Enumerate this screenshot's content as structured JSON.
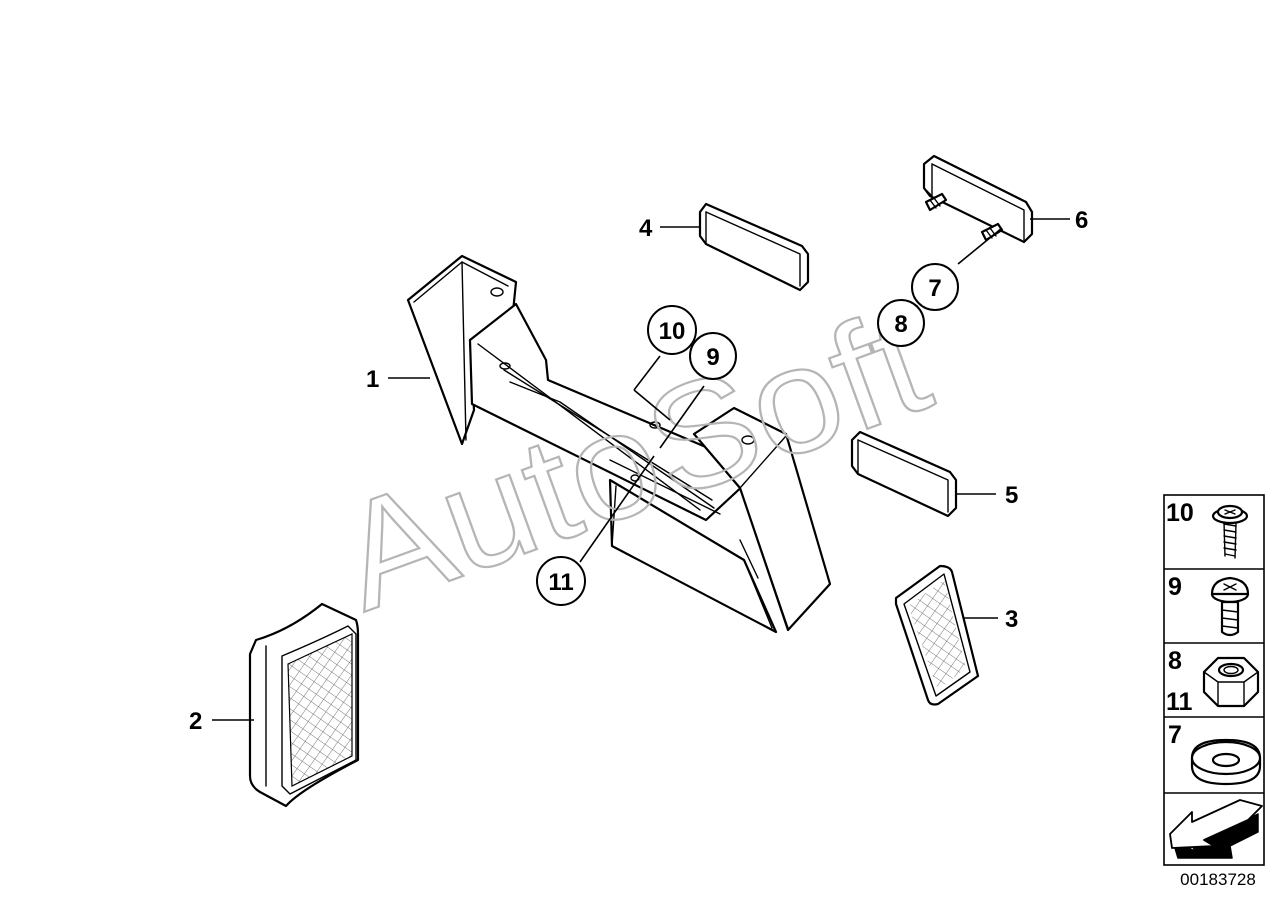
{
  "callouts": {
    "c1": "1",
    "c2": "2",
    "c3": "3",
    "c4": "4",
    "c5": "5",
    "c6": "6",
    "c7": "7",
    "c8": "8",
    "c9": "9",
    "c10": "10",
    "c11": "11"
  },
  "watermark": "AutoSoft",
  "sidebar": {
    "rows": [
      {
        "label": "10",
        "icon": "screw-with-washer-icon"
      },
      {
        "label": "9",
        "icon": "screw-icon"
      },
      {
        "label": "8",
        "label2": "11",
        "icon": "hex-nut-icon"
      },
      {
        "label": "7",
        "icon": "flat-washer-icon"
      },
      {
        "icon": "arrow-back-icon"
      }
    ]
  },
  "diagram_code": "00183728"
}
